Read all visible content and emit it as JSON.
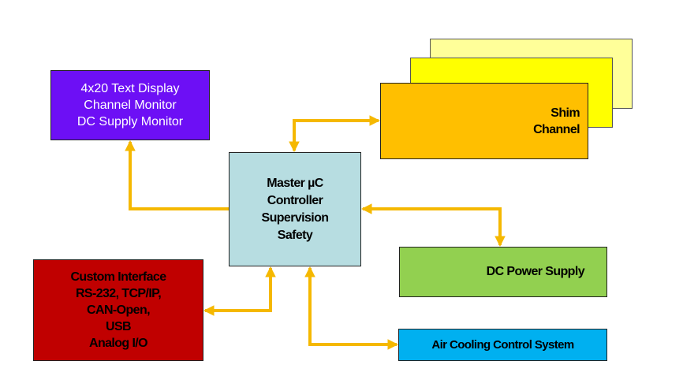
{
  "display": {
    "lines": [
      "4x20 Text Display",
      "Channel Monitor",
      "DC Supply Monitor"
    ]
  },
  "master": {
    "lines": [
      "Master µC",
      "Controller",
      "Supervision",
      "Safety"
    ]
  },
  "shim": {
    "lines": [
      "Shim",
      "Channel"
    ]
  },
  "power": {
    "label": "DC Power Supply"
  },
  "custom": {
    "lines": [
      "Custom Interface",
      "RS-232, TCP/IP,",
      "CAN-Open,",
      "USB",
      "Analog I/O"
    ]
  },
  "air": {
    "label": "Air Cooling Control System"
  },
  "colors": {
    "arrow": "#f5b800",
    "display": "#6d0ff5",
    "master": "#b7dde1",
    "shim_front": "#ffbf00",
    "shim_middle": "#ffff00",
    "shim_back": "#ffff99",
    "power": "#92d050",
    "custom": "#c00000",
    "air": "#00b0f0"
  }
}
